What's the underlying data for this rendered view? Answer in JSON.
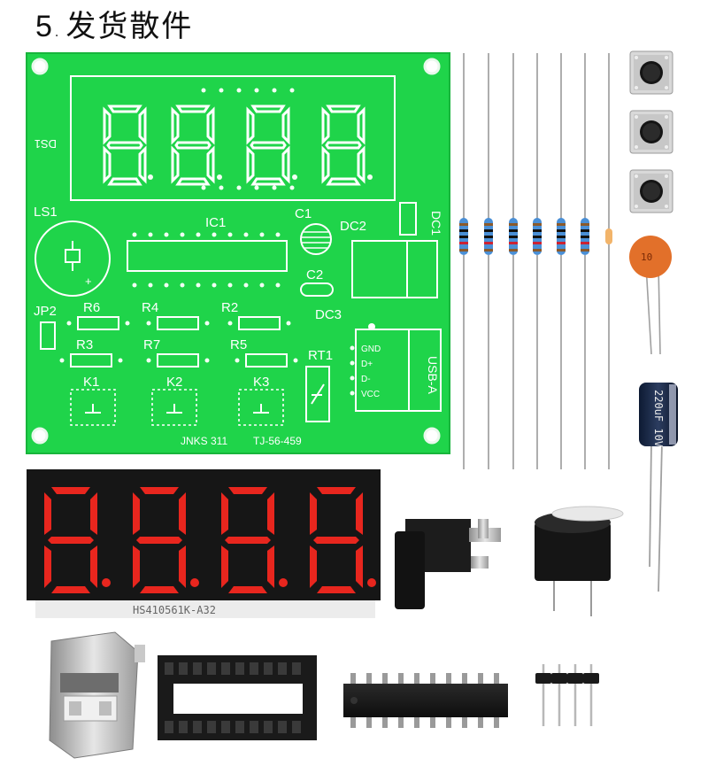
{
  "title": {
    "number": "5",
    "dot": ".",
    "text": "发货散件"
  },
  "pcb": {
    "labels": {
      "ls1": "LS1",
      "ic1": "IC1",
      "c1": "C1",
      "c2": "C2",
      "dc1": "DC1",
      "dc2": "DC2",
      "dc3": "DC3",
      "jp2": "JP2",
      "r6": "R6",
      "r4": "R4",
      "r2": "R2",
      "r3": "R3",
      "r7": "R7",
      "r5": "R5",
      "k1": "K1",
      "k2": "K2",
      "k3": "K3",
      "rt1": "RT1",
      "gnd": "GND",
      "dplus": "D+",
      "dminus": "D-",
      "vcc": "VCC",
      "usb": "USB-A",
      "model": "JNKS 311",
      "code": "TJ-56-459",
      "ds1": "DS1",
      "plus": "+"
    }
  },
  "parts": {
    "display_marking": "HS410561K-A32",
    "electrolytic_marking": "220uF 10V",
    "ceramic_marking": "10"
  }
}
